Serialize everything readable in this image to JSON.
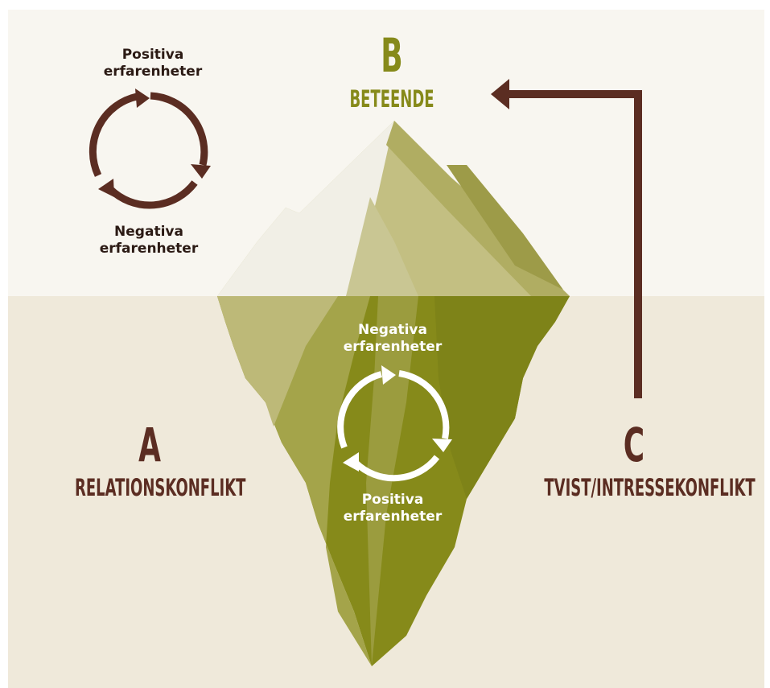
{
  "colors": {
    "sky": "#f8f6f0",
    "water": "#efe9da",
    "brown": "#5b2d22",
    "olive_dark": "#868a1a",
    "olive_mid": "#a4a44a",
    "olive_light": "#c0bd80",
    "olive_pale": "#dad7b0",
    "tip_light": "#f1efe6",
    "white": "#ffffff"
  },
  "top_cycle": {
    "top_label": "Positiva\nerfarenheter",
    "bottom_label": "Negativa\nerfarenheter"
  },
  "bottom_cycle": {
    "top_label": "Negativa\nerfarenheter",
    "bottom_label": "Positiva\nerfarenheter"
  },
  "b": {
    "letter": "B",
    "label": "BETEENDE"
  },
  "a": {
    "letter": "A",
    "label": "RELATIONSKONFLIKT"
  },
  "c": {
    "letter": "C",
    "label": "TVIST/INTRESSEKONFLIKT"
  }
}
